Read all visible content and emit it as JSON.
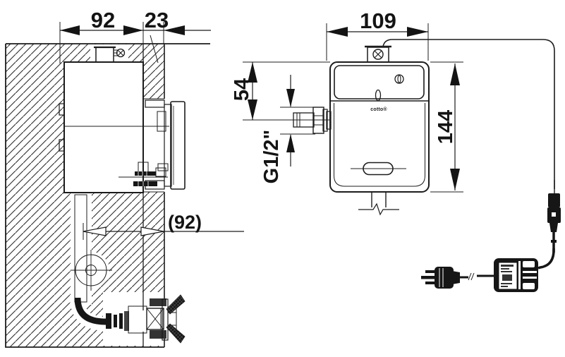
{
  "diagram": {
    "type": "technical-installation-drawing",
    "side_view": {
      "dim_recess_depth": "92",
      "dim_finish_layer": "23",
      "dim_pipe_center_ref": "(92)"
    },
    "front_view": {
      "dim_width": "109",
      "dim_top_to_inlet": "54",
      "dim_inlet_thread": "G1/2\"",
      "dim_height": "144",
      "brand_label": "cotto®"
    },
    "power": {
      "components": [
        "supply-wire",
        "inline-connector",
        "power-adapter",
        "power-plug"
      ]
    },
    "colors": {
      "line": "#1c1c1c",
      "paper": "#ffffff",
      "solid": "#161616"
    }
  }
}
